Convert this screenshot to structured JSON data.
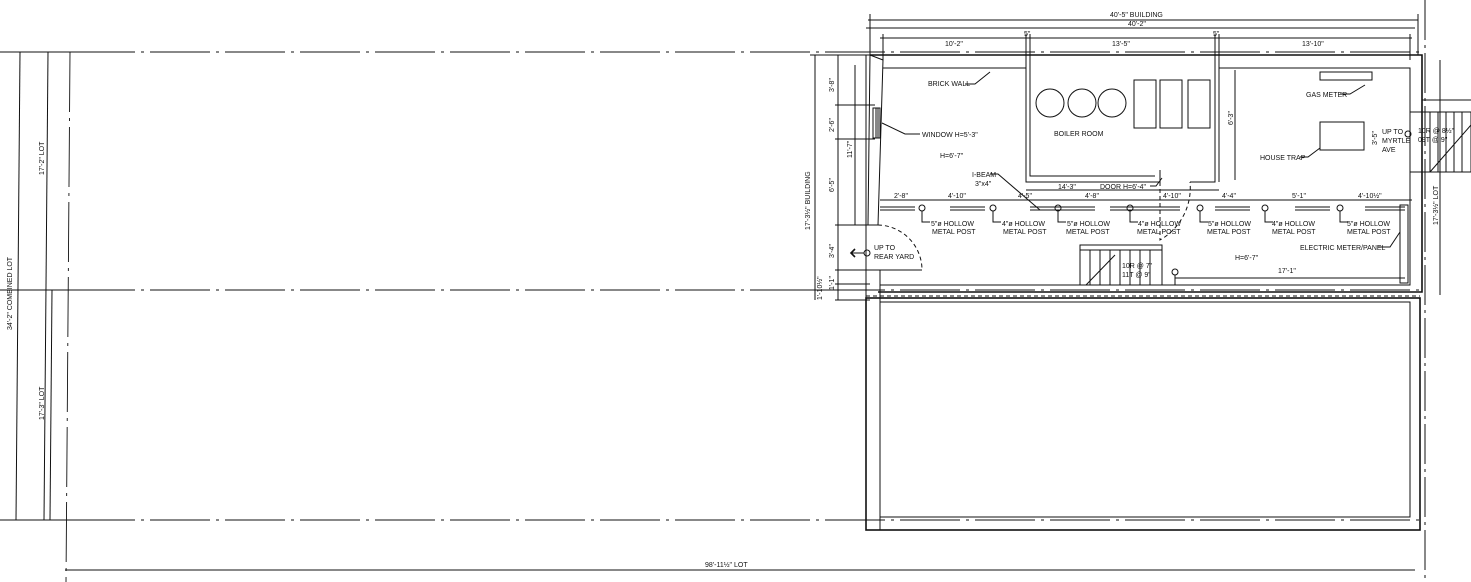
{
  "overall": {
    "building_width": "40'-5\" BUILDING",
    "inner_width": "40'-2\"",
    "lot_length": "98'-11½\" LOT",
    "combined_lot": "34'-2\" COMBINED LOT",
    "upper_lot": "17'-2\" LOT",
    "lower_lot": "17'-3\" LOT",
    "right_lot": "17'-3½\" LOT",
    "building_depth": "17'-3½\" BUILDING"
  },
  "top_dims": [
    "10'-2\"",
    "5\"",
    "13'-5\"",
    "5\"",
    "13'-10\""
  ],
  "left_dims": [
    "3'-8\"",
    "2'-6\"",
    "11'-7\"",
    "6'-5\"",
    "3'-4\"",
    "1'-1\"",
    "1'-10½\""
  ],
  "beam_dims": [
    "2'-8\"",
    "4'-10\"",
    "4'-5\"",
    "4'-8\"",
    "4'-10\"",
    "4'-4\"",
    "5'-1\"",
    "4'-10½\""
  ],
  "posts": [
    {
      "size": "5\"ø HOLLOW",
      "type": "METAL POST"
    },
    {
      "size": "4\"ø HOLLOW",
      "type": "METAL POST"
    },
    {
      "size": "5\"ø HOLLOW",
      "type": "METAL POST"
    },
    {
      "size": "4\"ø HOLLOW",
      "type": "METAL POST"
    },
    {
      "size": "5\"ø HOLLOW",
      "type": "METAL POST"
    },
    {
      "size": "4\"ø HOLLOW",
      "type": "METAL POST"
    },
    {
      "size": "5\"ø HOLLOW",
      "type": "METAL POST"
    }
  ],
  "labels": {
    "brick_wall": "BRICK WALL",
    "window": "WINDOW H=5'-3\"",
    "height_left": "H=6'-7\"",
    "ibeam": "I-BEAM",
    "ibeam_size": "3\"x4\"",
    "boiler_room": "BOILER ROOM",
    "boiler_width": "14'-3\"",
    "boiler_depth": "6'-3\"",
    "door": "DOOR H=6'-4\"",
    "gas_meter": "GAS METER",
    "house_trap": "HOUSE TRAP",
    "trap_dim": "3'-5\"",
    "up_myrtle_1": "UP TO",
    "up_myrtle_2": "MYRTLE",
    "up_myrtle_3": "AVE",
    "stair_right_1": "10R @ 8½\"",
    "stair_right_2": "09T @ 9\"",
    "up_rear_1": "UP TO",
    "up_rear_2": "REAR YARD",
    "stair_1": "10R @ 7\"",
    "stair_2": "11T @ 9\"",
    "height_right": "H=6'-7\"",
    "electric": "ELECTRIC METER/PANEL",
    "elec_dim": "17'-1\""
  }
}
